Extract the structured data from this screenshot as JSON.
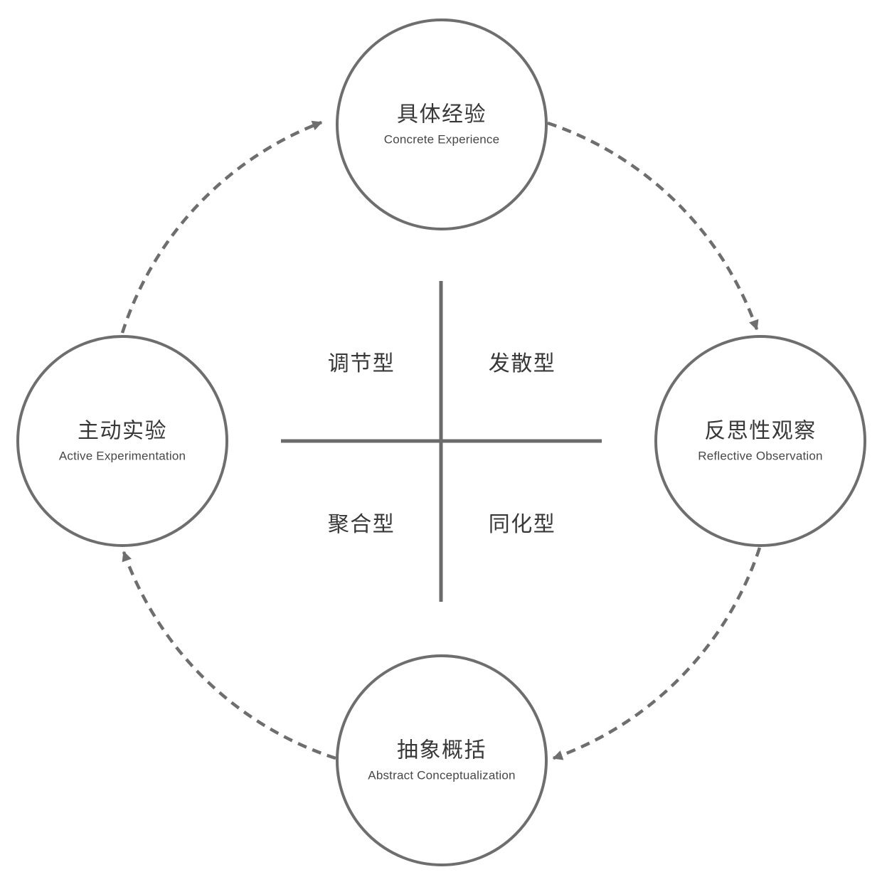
{
  "diagram": {
    "kind": "kolb-experiential-learning-cycle",
    "nodes": [
      {
        "id": "concrete-experience",
        "position": "top",
        "zh": "具体经验",
        "en": "Concrete Experience"
      },
      {
        "id": "reflective-observation",
        "position": "right",
        "zh": "反思性观察",
        "en": "Reflective Observation"
      },
      {
        "id": "abstract-conceptualization",
        "position": "bottom",
        "zh": "抽象概括",
        "en": "Abstract Conceptualization"
      },
      {
        "id": "active-experimentation",
        "position": "left",
        "zh": "主动实验",
        "en": "Active Experimentation"
      }
    ],
    "quadrants": [
      {
        "id": "accommodating",
        "position": "top-left",
        "label": "调节型"
      },
      {
        "id": "diverging",
        "position": "top-right",
        "label": "发散型"
      },
      {
        "id": "converging",
        "position": "bottom-left",
        "label": "聚合型"
      },
      {
        "id": "assimilating",
        "position": "bottom-right",
        "label": "同化型"
      }
    ],
    "arrows": [
      {
        "from": "active-experimentation",
        "to": "concrete-experience",
        "style": "dashed-arc-clockwise"
      },
      {
        "from": "concrete-experience",
        "to": "reflective-observation",
        "style": "dashed-arc-clockwise"
      },
      {
        "from": "reflective-observation",
        "to": "abstract-conceptualization",
        "style": "dashed-arc-clockwise"
      },
      {
        "from": "abstract-conceptualization",
        "to": "active-experimentation",
        "style": "dashed-arc-clockwise"
      }
    ],
    "colors": {
      "line": "#6e6e6e",
      "axis": "#6b6b6b",
      "node_fill": "#ffffff",
      "text_primary": "#383838",
      "text_secondary": "#474747",
      "background": "#ffffff"
    }
  }
}
